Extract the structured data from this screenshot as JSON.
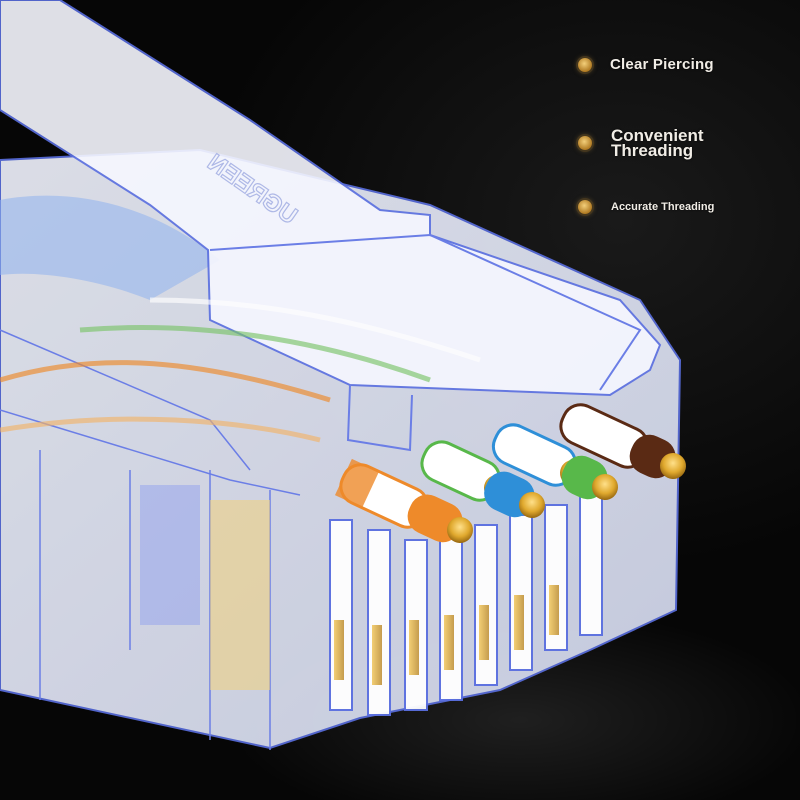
{
  "features": [
    {
      "label": "Clear Piercing",
      "icon": "gold-dot-icon"
    },
    {
      "label": "Convenient Threading",
      "icon": "gold-dot-icon"
    },
    {
      "label": "Accurate Threading",
      "icon": "gold-dot-icon"
    }
  ],
  "logo_text": "UGREEN",
  "colors": {
    "background": "#050505",
    "outline": "#4d63d8",
    "gold": "#e0b14a",
    "wire_orange": "#ee8a2a",
    "wire_green": "#58b84a",
    "wire_blue": "#2e8fd8",
    "wire_brown": "#5a2a14"
  }
}
